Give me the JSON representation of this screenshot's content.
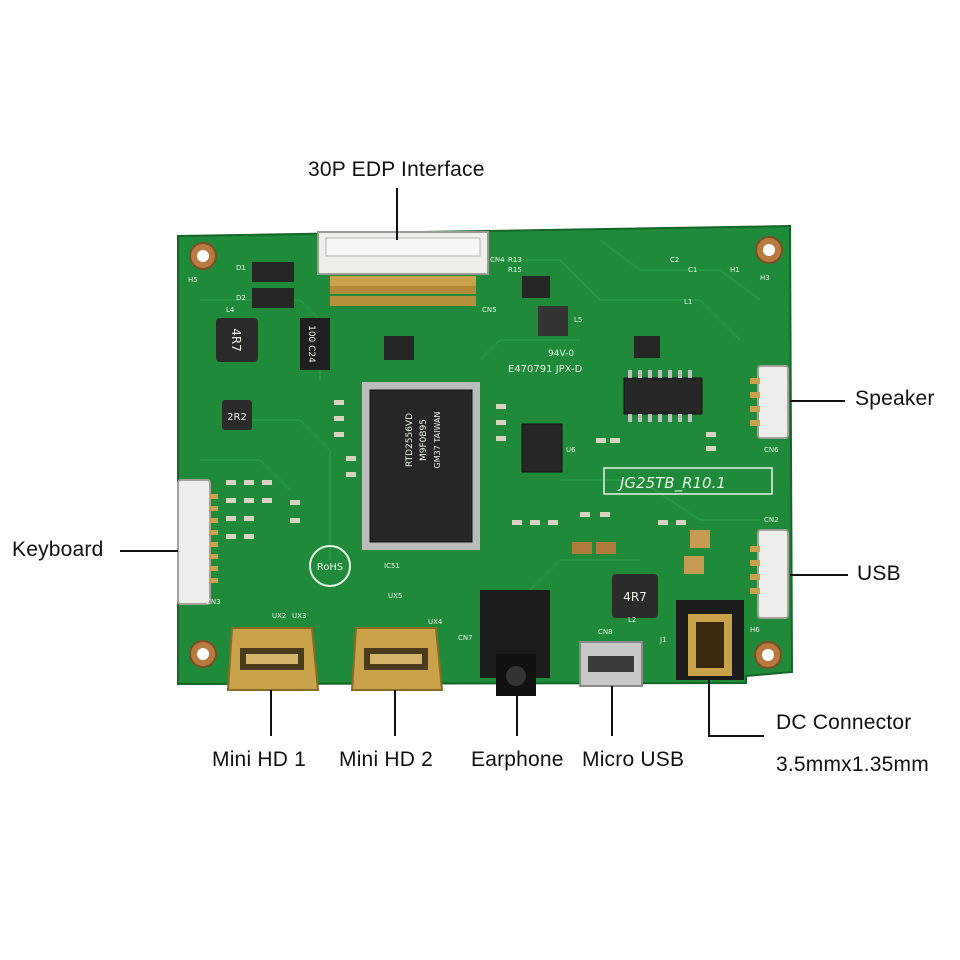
{
  "colors": {
    "pcb": "#1f8a3a",
    "pcb_dark": "#176e2d",
    "silkscreen": "#e8f2e4",
    "gold": "#c9a24a",
    "chip": "#262626",
    "connector_white": "#eeeeea"
  },
  "callouts": {
    "edp": "30P EDP Interface",
    "speaker": "Speaker",
    "keyboard": "Keyboard",
    "usb": "USB",
    "mini_hd_1": "Mini HD 1",
    "mini_hd_2": "Mini HD 2",
    "earphone": "Earphone",
    "micro_usb": "Micro USB",
    "dc_connector": "DC Connector",
    "dc_size": "3.5mmx1.35mm"
  },
  "board": {
    "model": "JG25TB_R10.1",
    "chip_text": [
      "RTD2556VD",
      "M9F0B95",
      "GM37 TAIWAN"
    ],
    "rohs": "RoHS",
    "ul_mark": "94V-0",
    "ul_code": "E470791 JPX-D",
    "inductor_4r7_a": "4R7",
    "inductor_4r7_b": "4R7",
    "inductor_2r2": "2R2",
    "cap_c24": "100 C24",
    "designators": [
      "CN4",
      "CN5",
      "CN6",
      "CN2",
      "CN3",
      "CN7",
      "CN8",
      "J1",
      "UX3",
      "UX5",
      "UX2",
      "UX4",
      "IC51",
      "H1",
      "H3",
      "H5",
      "H6",
      "U6",
      "L1",
      "L2",
      "L4",
      "L5",
      "C1",
      "C2",
      "R13",
      "R15",
      "D1",
      "D2"
    ]
  }
}
